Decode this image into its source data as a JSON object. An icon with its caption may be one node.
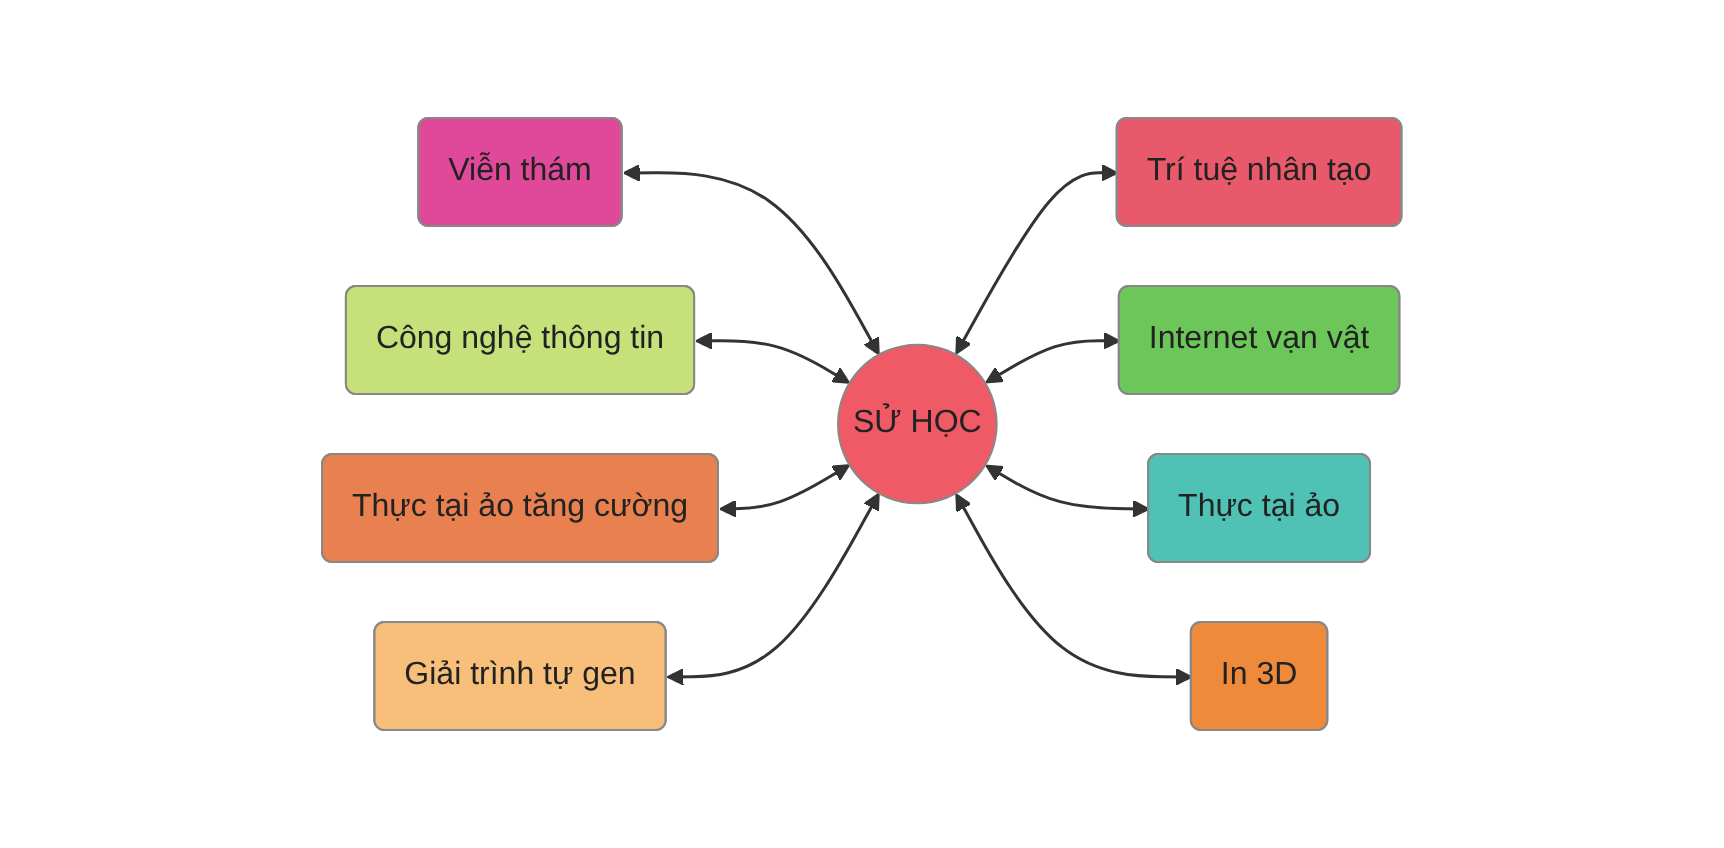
{
  "diagram": {
    "nodes": [
      {
        "text": [
          "Viễn thám"
        ]
      },
      {
        "text": [
          "Công nghệ thông tin"
        ]
      },
      {
        "text": [
          "Trí tuệ nhân tạo"
        ]
      },
      {
        "text": [
          "Thực tại ảo tăng cường"
        ]
      },
      {
        "text": [
          "SỬ HỌC"
        ]
      },
      {
        "text": [
          "Internet vạn vật"
        ]
      },
      {
        "text": [
          "Giải trình tự gen"
        ]
      },
      {
        "text": [
          "Thực tại ảo"
        ]
      },
      {
        "text": [
          "In 3D"
        ]
      }
    ],
    "edges": [
      {
        "from": 0,
        "to": 4,
        "arrow": "both"
      },
      {
        "from": 1,
        "to": 4,
        "arrow": "both"
      },
      {
        "from": 4,
        "to": 2,
        "arrow": "both"
      },
      {
        "from": 3,
        "to": 4,
        "arrow": "both"
      },
      {
        "from": 4,
        "to": 5,
        "arrow": "both"
      },
      {
        "from": 6,
        "to": 4,
        "arrow": "both"
      },
      {
        "from": 4,
        "to": 7,
        "arrow": "both"
      },
      {
        "from": 4,
        "to": 8,
        "arrow": "both"
      }
    ]
  }
}
